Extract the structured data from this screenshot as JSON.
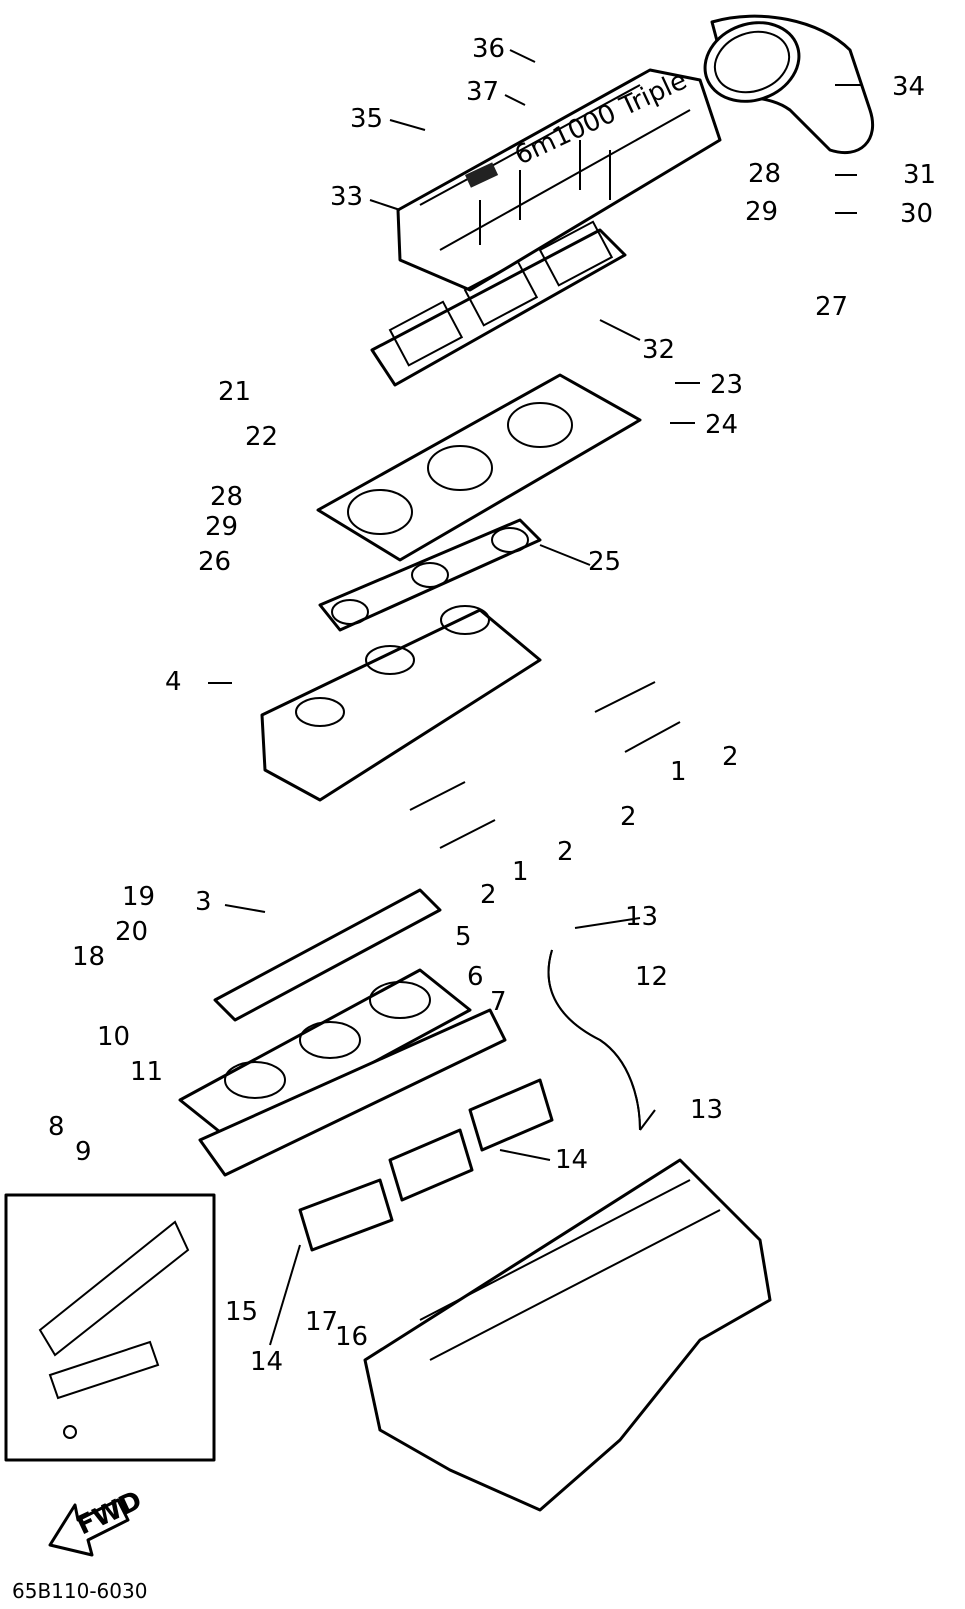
{
  "diagram": {
    "part_code": "65B110-6030",
    "direction_label": "FWD",
    "logo_text": "6m1000 Triple",
    "callouts": [
      "1",
      "2",
      "3",
      "4",
      "5",
      "6",
      "7",
      "8",
      "9",
      "10",
      "11",
      "12",
      "13",
      "14",
      "15",
      "16",
      "17",
      "18",
      "19",
      "20",
      "21",
      "22",
      "23",
      "24",
      "25",
      "26",
      "27",
      "28",
      "29",
      "30",
      "31",
      "32",
      "33",
      "34",
      "35",
      "36",
      "37"
    ]
  }
}
